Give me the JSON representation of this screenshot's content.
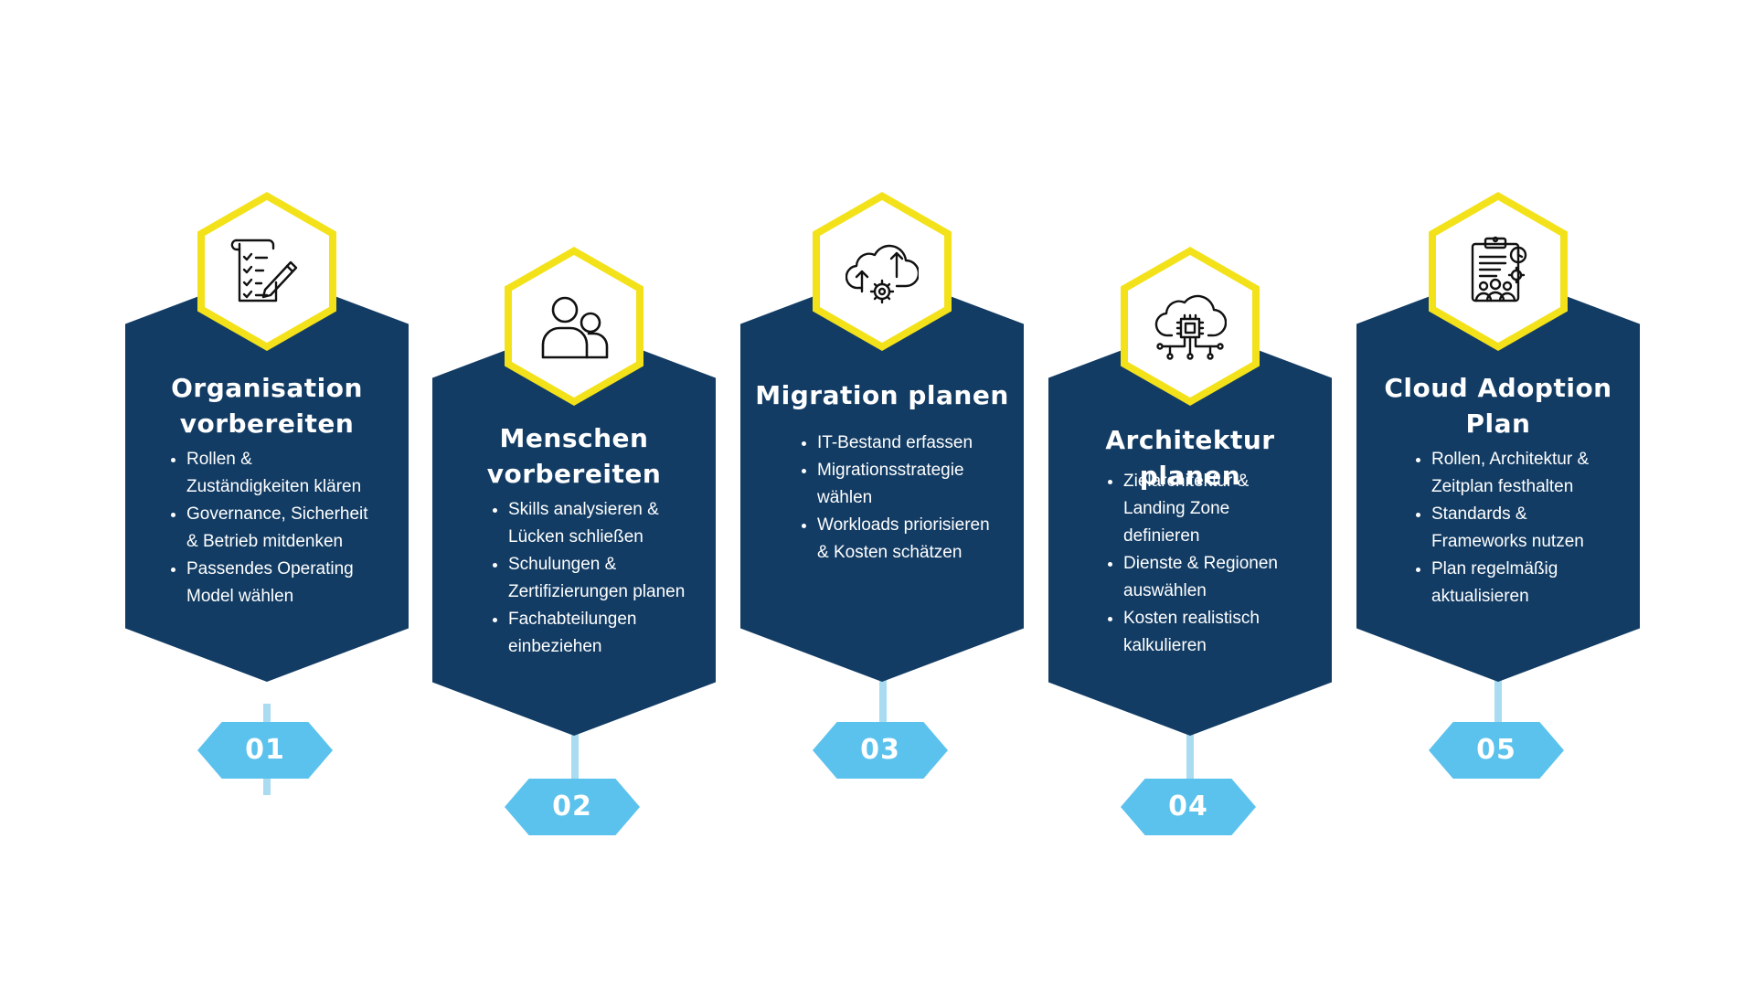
{
  "colors": {
    "card": "#123c64",
    "icon_border": "#f3e21a",
    "badge": "#5bc2ee",
    "stem": "#a9dcf1",
    "text": "#ffffff"
  },
  "steps": [
    {
      "number": "01",
      "icon": "checklist-pencil-icon",
      "title_lines": [
        "Organisation",
        "vorbereiten"
      ],
      "bullets": [
        [
          "Rollen &",
          "Zuständigkeiten klären"
        ],
        [
          "Governance, Sicherheit",
          "& Betrieb mitdenken"
        ],
        [
          "Passendes Operating",
          "Model wählen"
        ]
      ]
    },
    {
      "number": "02",
      "icon": "people-icon",
      "title_lines": [
        "Menschen",
        "vorbereiten"
      ],
      "bullets": [
        [
          "Skills analysieren &",
          "Lücken schließen"
        ],
        [
          "Schulungen &",
          "Zertifizierungen planen"
        ],
        [
          "Fachabteilungen",
          "einbeziehen"
        ]
      ]
    },
    {
      "number": "03",
      "icon": "cloud-migration-gear-icon",
      "title_lines": [
        "Migration planen"
      ],
      "bullets": [
        [
          "IT-Bestand erfassen"
        ],
        [
          "Migrationsstrategie",
          "wählen"
        ],
        [
          "Workloads priorisieren",
          "& Kosten schätzen"
        ]
      ]
    },
    {
      "number": "04",
      "icon": "cloud-chip-network-icon",
      "title_lines": [
        "Architektur planen"
      ],
      "bullets": [
        [
          "Zielarchitektur &",
          "Landing Zone",
          "definieren"
        ],
        [
          "Dienste & Regionen",
          "auswählen"
        ],
        [
          "Kosten realistisch",
          "kalkulieren"
        ]
      ]
    },
    {
      "number": "05",
      "icon": "clipboard-team-clock-icon",
      "title_lines": [
        "Cloud Adoption",
        "Plan"
      ],
      "bullets": [
        [
          "Rollen, Architektur &",
          "Zeitplan festhalten"
        ],
        [
          "Standards &",
          "Frameworks nutzen"
        ],
        [
          "Plan regelmäßig",
          "aktualisieren"
        ]
      ]
    }
  ]
}
